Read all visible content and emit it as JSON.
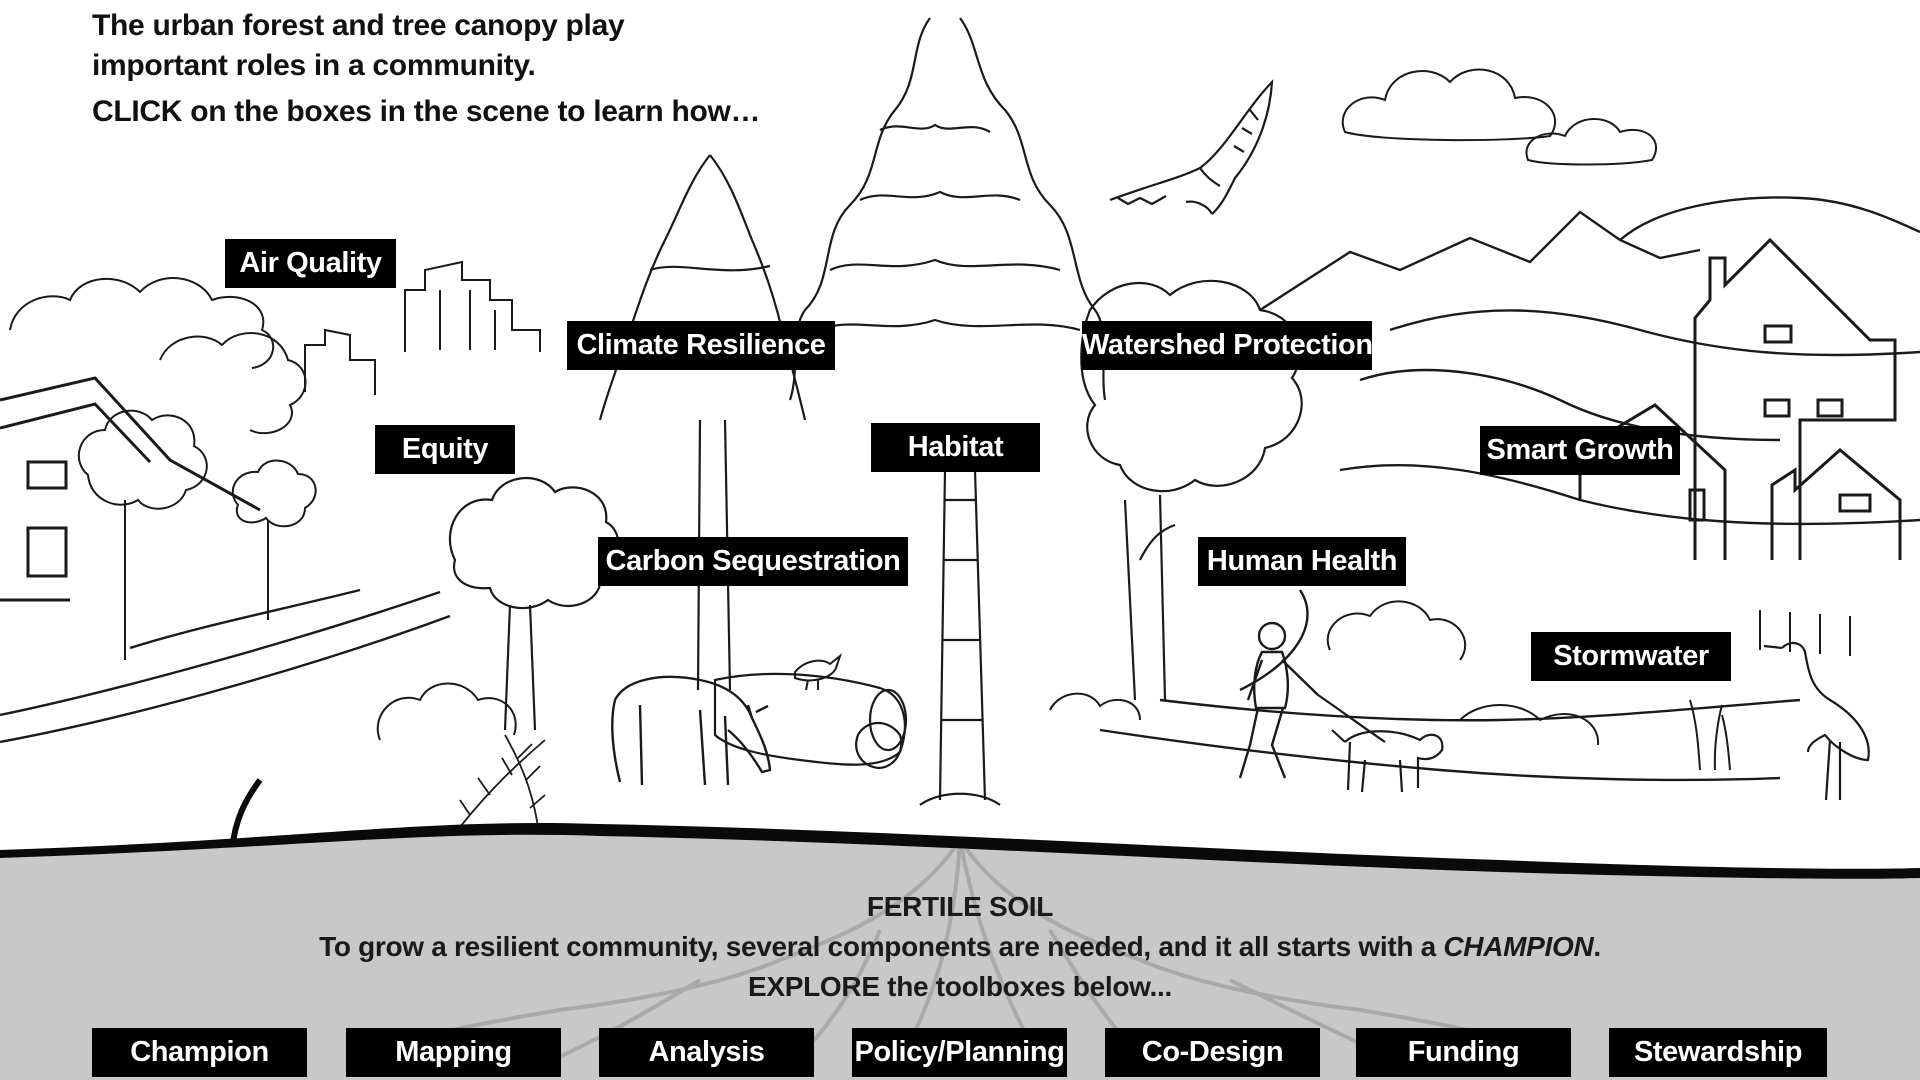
{
  "intro": {
    "line1": "The urban forest and tree canopy play",
    "line2": "important roles in a community.",
    "line3": "CLICK on the boxes in the scene to learn how…"
  },
  "scene_boxes": {
    "air_quality": "Air Quality",
    "climate_resilience": "Climate Resilience",
    "watershed_protection": "Watershed Protection",
    "equity": "Equity",
    "habitat": "Habitat",
    "smart_growth": "Smart Growth",
    "carbon_sequestration": "Carbon Sequestration",
    "human_health": "Human Health",
    "stormwater": "Stormwater"
  },
  "soil": {
    "title": "FERTILE SOIL",
    "description_before": "To grow a resilient community, several components are needed, and it all starts with a ",
    "description_emphasis": "CHAMPION",
    "description_after": ".",
    "explore": "EXPLORE the toolboxes below..."
  },
  "toolboxes": {
    "champion": "Champion",
    "mapping": "Mapping",
    "analysis": "Analysis",
    "policy_planning": "Policy/Planning",
    "co_design": "Co-Design",
    "funding": "Funding",
    "stewardship": "Stewardship"
  },
  "colors": {
    "box_background": "#000000",
    "box_text": "#ffffff",
    "soil": "#c8c8c8",
    "soil_band": "#0a0a0a",
    "line_art": "#1a1a1a"
  }
}
